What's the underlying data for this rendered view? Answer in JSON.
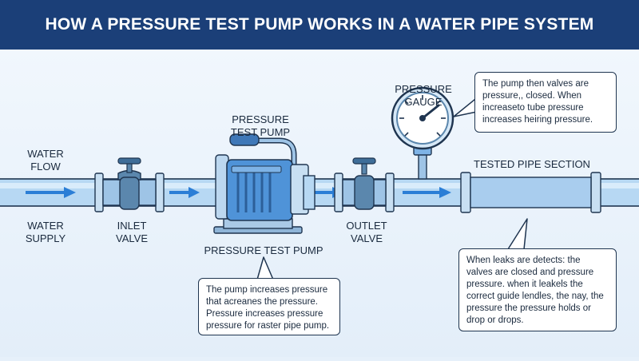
{
  "header": {
    "title": "HOW A PRESSURE TEST PUMP WORKS IN A WATER PIPE SYSTEM"
  },
  "labels": {
    "water_flow": "WATER\nFLOW",
    "water_supply": "WATER\nSUPPLY",
    "inlet_valve": "INLET\nVALVE",
    "pump_top": "PRESSURE\nTEST PUMP",
    "pump_bottom": "PRESSURE TEST PUMP",
    "outlet_valve": "OUTLET\nVALVE",
    "gauge": "PRESSURE\nGAUGE",
    "tested_section": "TESTED PIPE SECTION"
  },
  "callouts": {
    "gauge_note": "The pump then valves are pressure,, closed. When increaseto tube pressure increases heiring pressure.",
    "pump_note": "The pump increases pressure that acreanes the pressure. Pressure increases pressure pressure for raster pipe pump.",
    "leak_note": "When leaks are detects: the valves are closed and pressure pressure. when it leakels the correct guide lendles, the nay, the pressure the pressure holds or drop or drops."
  },
  "colors": {
    "header_bg": "#1b3f78",
    "pipe_fill": "#b7d8f3",
    "pipe_stroke": "#1f3550",
    "flow_arrow": "#2b7ed6",
    "pump_body": "#4f93d8",
    "valve_body": "#5b87ad"
  }
}
